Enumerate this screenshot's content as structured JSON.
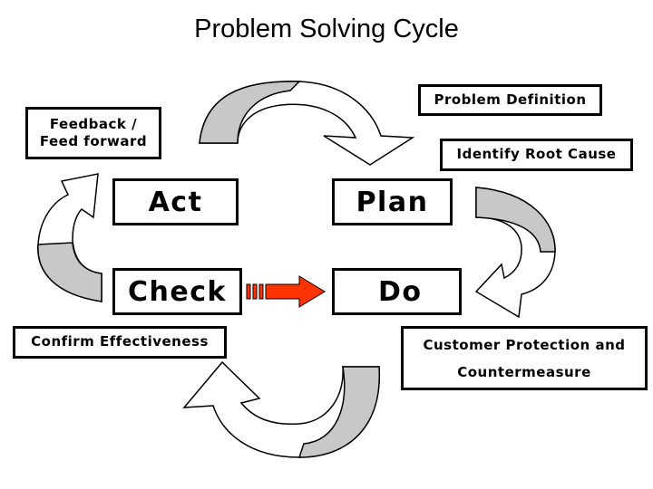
{
  "title": "Problem Solving Cycle",
  "quadrants": {
    "act": "Act",
    "plan": "Plan",
    "check": "Check",
    "do": "Do"
  },
  "labels": {
    "problem_definition": "Problem Definition",
    "identify_root_cause": "Identify Root Cause",
    "feedback_line1": "Feedback /",
    "feedback_line2": "Feed forward",
    "confirm_effectiveness": "Confirm Effectiveness",
    "customer_line1": "Customer Protection and",
    "customer_line2": "Countermeasure"
  },
  "colors": {
    "arrow_shade": "#c8c8c8",
    "arrow_stroke": "#000000",
    "check_to_do_arrow": "#ff3300"
  }
}
